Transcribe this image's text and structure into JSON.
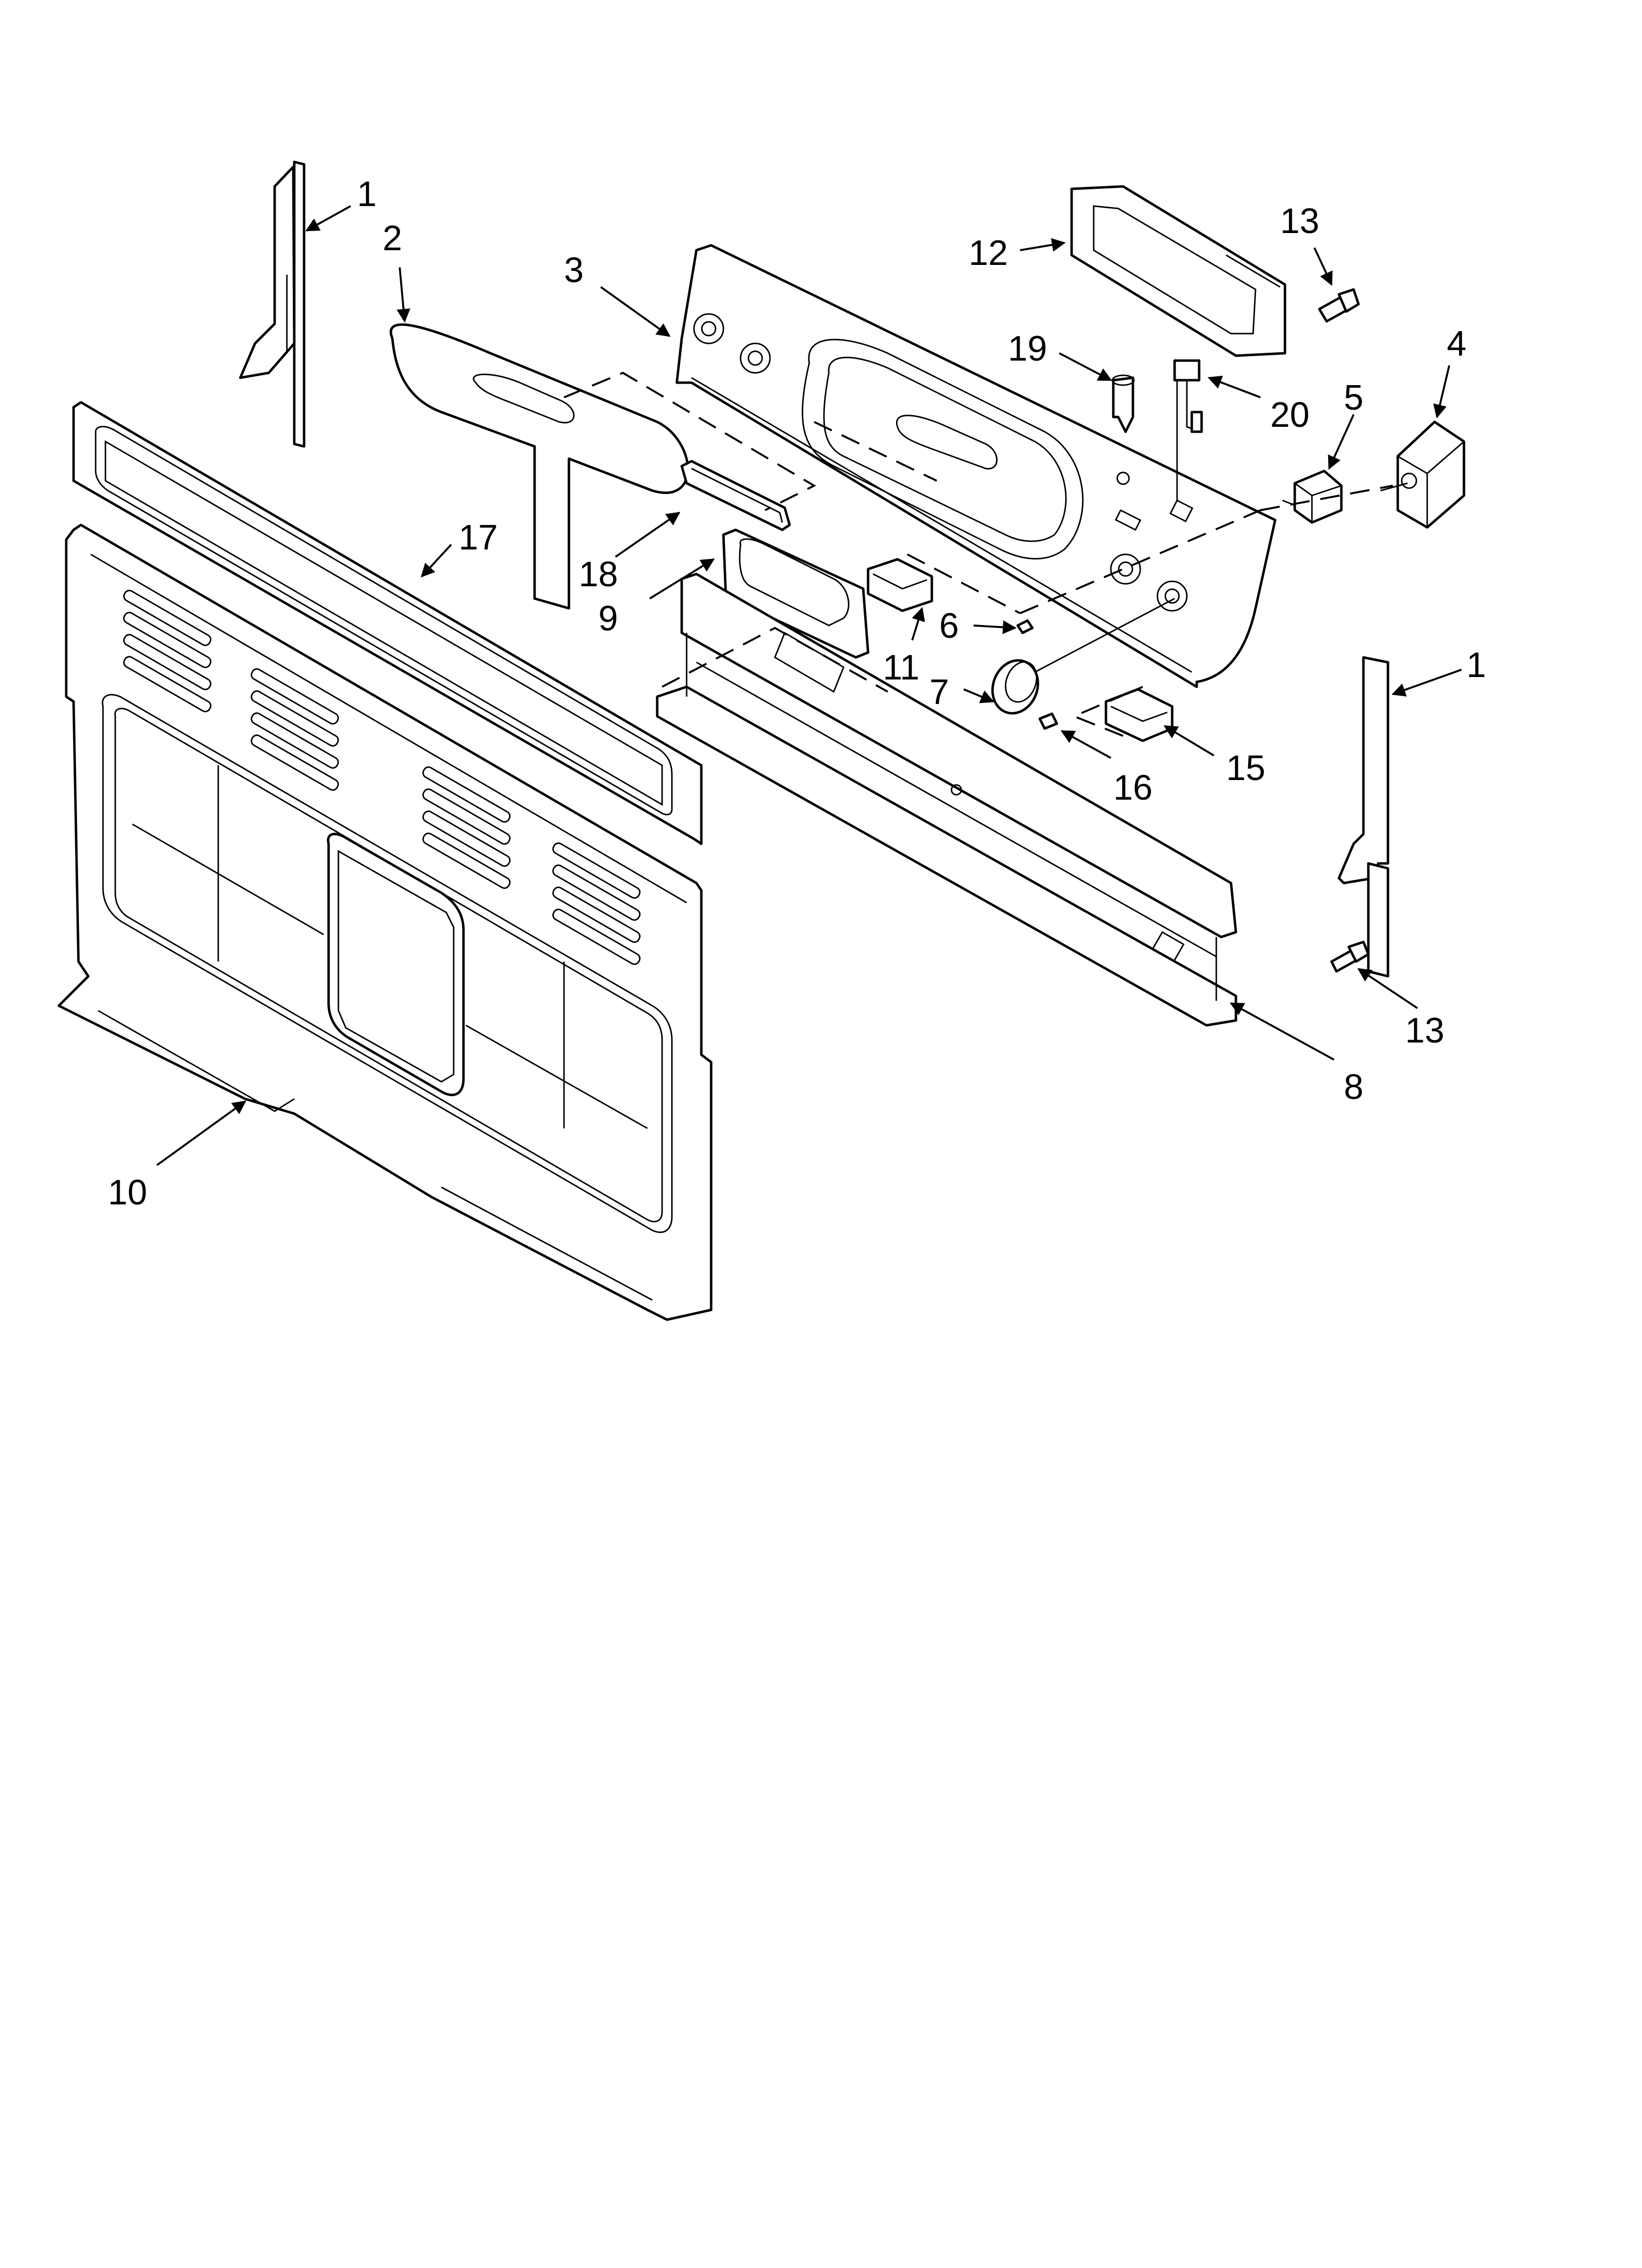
{
  "colors": {
    "line": "#000000",
    "background": "#ffffff"
  },
  "callouts": [
    {
      "id": "c1a",
      "label": "1"
    },
    {
      "id": "c2",
      "label": "2"
    },
    {
      "id": "c3",
      "label": "3"
    },
    {
      "id": "c12",
      "label": "12"
    },
    {
      "id": "c13a",
      "label": "13"
    },
    {
      "id": "c19",
      "label": "19"
    },
    {
      "id": "c20",
      "label": "20"
    },
    {
      "id": "c4",
      "label": "4"
    },
    {
      "id": "c5",
      "label": "5"
    },
    {
      "id": "c17",
      "label": "17"
    },
    {
      "id": "c18",
      "label": "18"
    },
    {
      "id": "c9",
      "label": "9"
    },
    {
      "id": "c6",
      "label": "6"
    },
    {
      "id": "c11",
      "label": "11"
    },
    {
      "id": "c7",
      "label": "7"
    },
    {
      "id": "c1b",
      "label": "1"
    },
    {
      "id": "c15",
      "label": "15"
    },
    {
      "id": "c16",
      "label": "16"
    },
    {
      "id": "c13b",
      "label": "13"
    },
    {
      "id": "c8",
      "label": "8"
    },
    {
      "id": "c10",
      "label": "10"
    }
  ]
}
